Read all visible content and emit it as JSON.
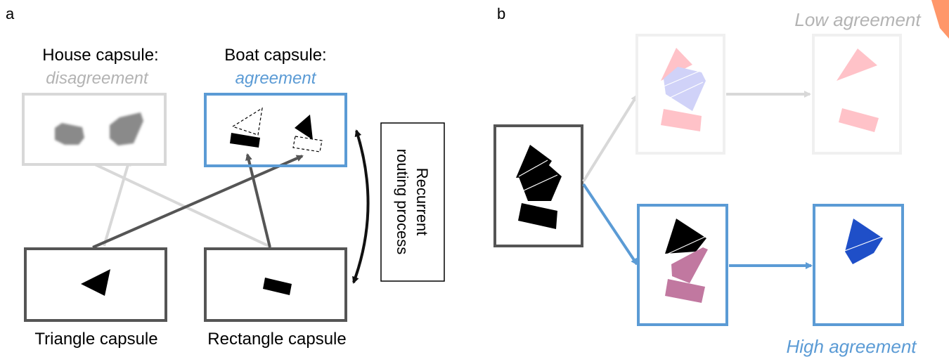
{
  "panel_a": {
    "letter": "a",
    "house_title": "House capsule:",
    "house_state": "disagreement",
    "boat_title": "Boat capsule:",
    "boat_state": "agreement",
    "routing_line1": "Recurrent",
    "routing_line2": "routing process",
    "triangle_label": "Triangle capsule",
    "rectangle_label": "Rectangle capsule"
  },
  "panel_b": {
    "letter": "b",
    "low_label": "Low agreement",
    "high_label": "High agreement"
  },
  "colors": {
    "dark": "#555555",
    "light": "#d8d8d8",
    "blue": "#5b9bd5",
    "state_grey": "#b3b3b3",
    "deep_blue": "#1f4fc8",
    "magenta": "#c178a0",
    "pink": "#ffc2c8",
    "lavender": "#d0d2f8",
    "corner_orange": "#ff8c5a"
  }
}
